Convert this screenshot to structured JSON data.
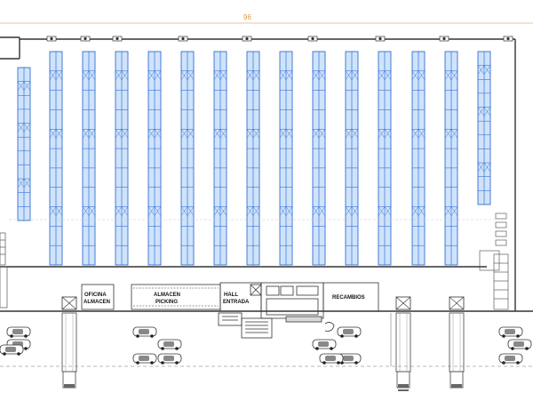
{
  "dimension": {
    "label": "96",
    "color": "#e0b070"
  },
  "colors": {
    "rack_fill": "#cfe3fb",
    "rack_stroke": "#1f5fcc",
    "wall": "#333333",
    "line": "#555555"
  },
  "rooms": {
    "oficina_line1": "OFICINA",
    "oficina_line2": "ALMACEN",
    "almacen_line1": "ALMACEN",
    "almacen_line2": "PICKING",
    "hall_line1": "HALL",
    "hall_line2": "ENTRADA",
    "recambios": "RECAMBIOS"
  },
  "racks": {
    "rows": 15,
    "levels": 11,
    "marked_levels": [
      1,
      4,
      8
    ]
  },
  "truck_docks": {
    "count": 4
  },
  "cars": {
    "count": 14
  }
}
